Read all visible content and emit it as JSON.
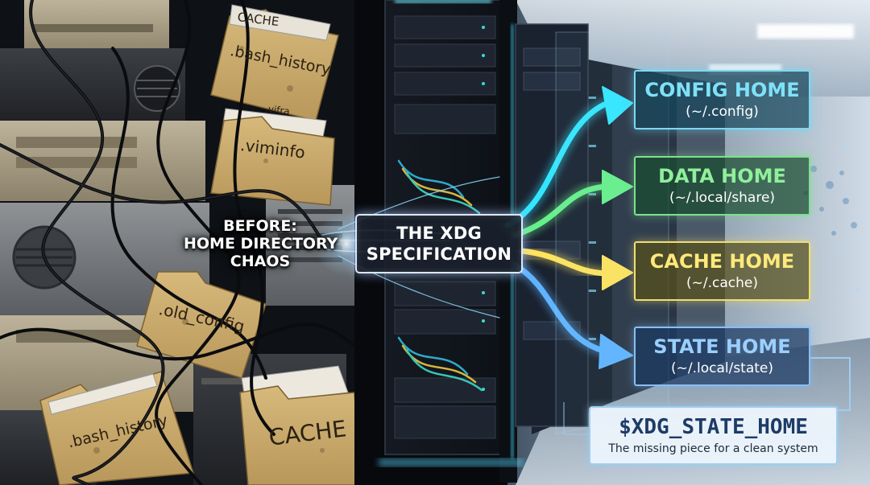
{
  "left_panel": {
    "folder_labels": [
      ".bash_history",
      "CACHE",
      ".vifra",
      ".viminfo",
      ".old_config",
      ".bash_history",
      "CACHE"
    ],
    "before_caption": [
      "BEFORE:",
      "HOME DIRECTORY",
      "CHAOS"
    ]
  },
  "center": {
    "title_lines": [
      "THE XDG",
      "SPECIFICATION"
    ]
  },
  "destinations": [
    {
      "title": "CONFIG HOME",
      "path": "(~/.config)",
      "color": "#7fe1f8"
    },
    {
      "title": "DATA HOME",
      "path": "(~/.local/share)",
      "color": "#8ff09a"
    },
    {
      "title": "CACHE HOME",
      "path": "(~/.cache)",
      "color": "#ffe97a"
    },
    {
      "title": "STATE HOME",
      "path": "(~/.local/state)",
      "color": "#9ad0ff"
    }
  ],
  "callout": {
    "variable": "$XDG_STATE_HOME",
    "description": "The missing piece for a clean system"
  },
  "palette": {
    "cyan_arrow": "#33e6ff",
    "green_arrow": "#66f08a",
    "yellow_arrow": "#ffe45c",
    "blue_arrow": "#5fb4ff",
    "folder_manila": "#c9a86a"
  }
}
